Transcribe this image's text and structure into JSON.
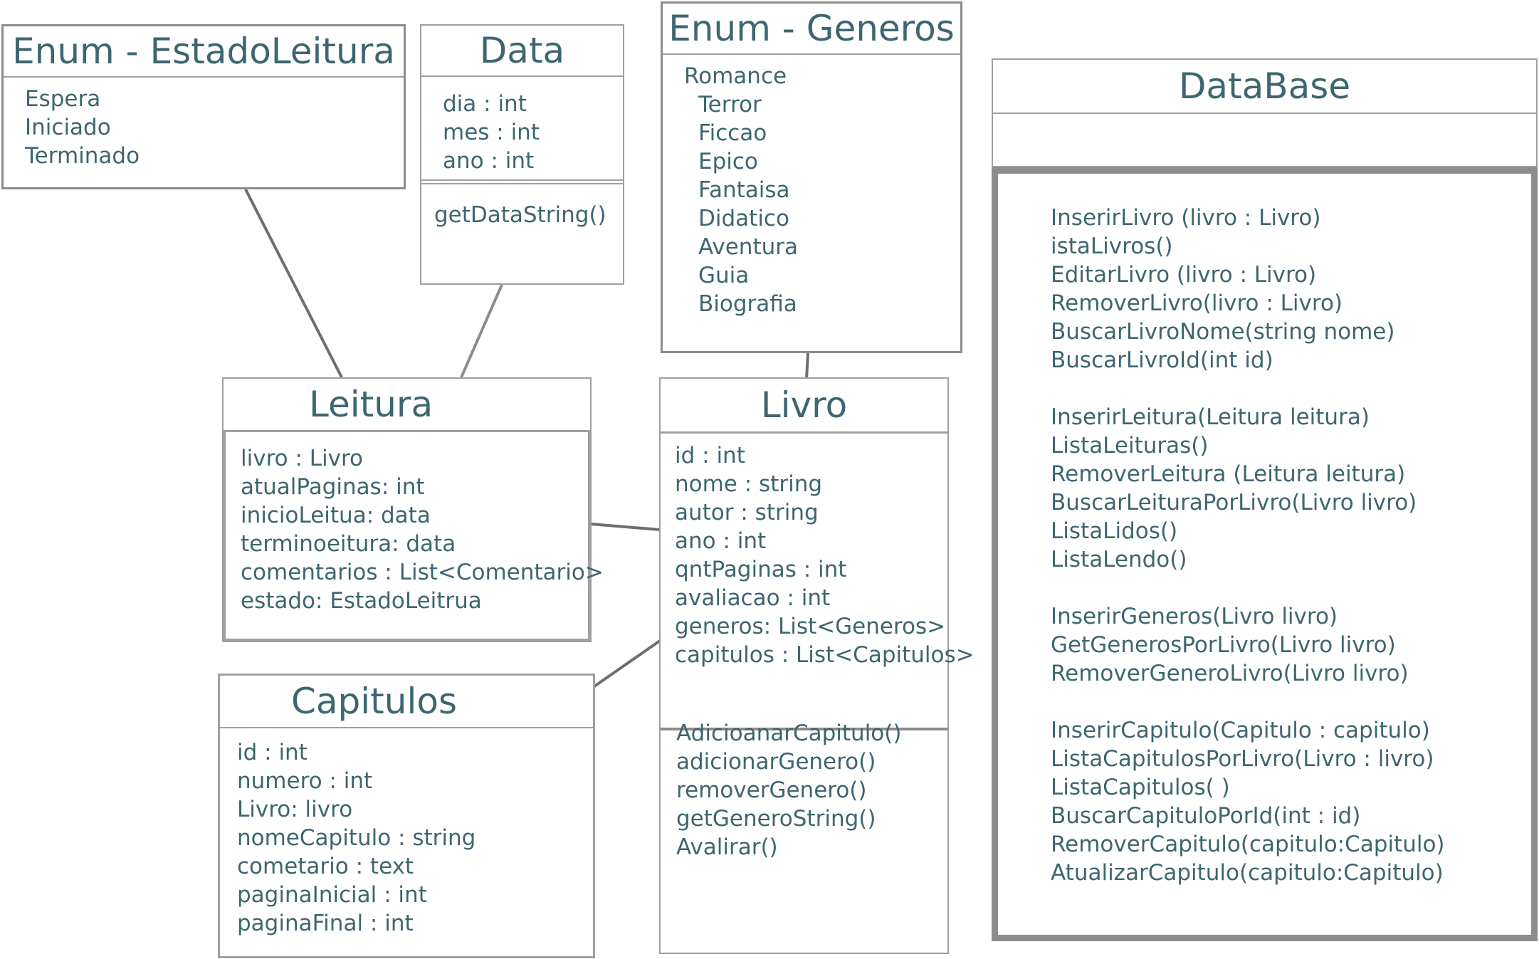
{
  "enum_estado": {
    "title": "Enum - EstadoLeitura",
    "items": [
      "Espera",
      "Iniciado",
      "Terminado"
    ]
  },
  "data_class": {
    "title": "Data",
    "attributes": [
      "dia : int",
      "mes : int",
      "ano : int"
    ],
    "methods": [
      "getDataString()"
    ]
  },
  "enum_generos": {
    "title": "Enum - Generos",
    "items": [
      "Romance",
      "Terror",
      "Ficcao",
      "Epico",
      "Fantaisa",
      "Didatico",
      "Aventura",
      "Guia",
      "Biografia"
    ]
  },
  "leitura": {
    "title": "Leitura",
    "attributes": [
      "livro : Livro",
      "atualPaginas: int",
      "inicioLeitua: data",
      "terminoeitura: data",
      "comentarios : List<Comentario>",
      "estado: EstadoLeitrua"
    ]
  },
  "livro": {
    "title": "Livro",
    "attributes": [
      "id : int",
      "nome : string",
      "autor : string",
      "ano : int",
      "qntPaginas : int",
      "avaliacao : int",
      "generos: List<Generos>",
      "capitulos : List<Capitulos>"
    ],
    "methods": [
      "AdicioanarCapitulo()",
      "adicionarGenero()",
      "removerGenero()",
      "getGeneroString()",
      "Avalirar()"
    ]
  },
  "capitulos": {
    "title": "Capitulos",
    "attributes": [
      "id : int",
      "numero : int",
      "Livro: livro",
      "nomeCapitulo : string",
      "cometario : text",
      "paginaInicial : int",
      "paginaFinal : int"
    ]
  },
  "database": {
    "title": "DataBase",
    "methods": [
      "InserirLivro (livro : Livro)",
      "istaLivros()",
      "EditarLivro (livro : Livro)",
      "RemoverLivro(livro : Livro)",
      "BuscarLivroNome(string nome)",
      "BuscarLivroId(int id)",
      "",
      "InserirLeitura(Leitura leitura)",
      "ListaLeituras()",
      "RemoverLeitura (Leitura leitura)",
      "BuscarLeituraPorLivro(Livro livro)",
      "ListaLidos()",
      "ListaLendo()",
      "",
      "InserirGeneros(Livro livro)",
      "GetGenerosPorLivro(Livro livro)",
      "RemoverGeneroLivro(Livro livro)",
      "",
      "InserirCapitulo(Capitulo : capitulo)",
      "ListaCapitulosPorLivro(Livro : livro)",
      "ListaCapitulos( )",
      "BuscarCapituloPorId(int : id)",
      "RemoverCapitulo(capitulo:Capitulo)",
      "AtualizarCapitulo(capitulo:Capitulo)"
    ]
  },
  "colors": {
    "text": "#3d6670",
    "border": "#8c8c8c",
    "line": "#6e6e6e"
  }
}
